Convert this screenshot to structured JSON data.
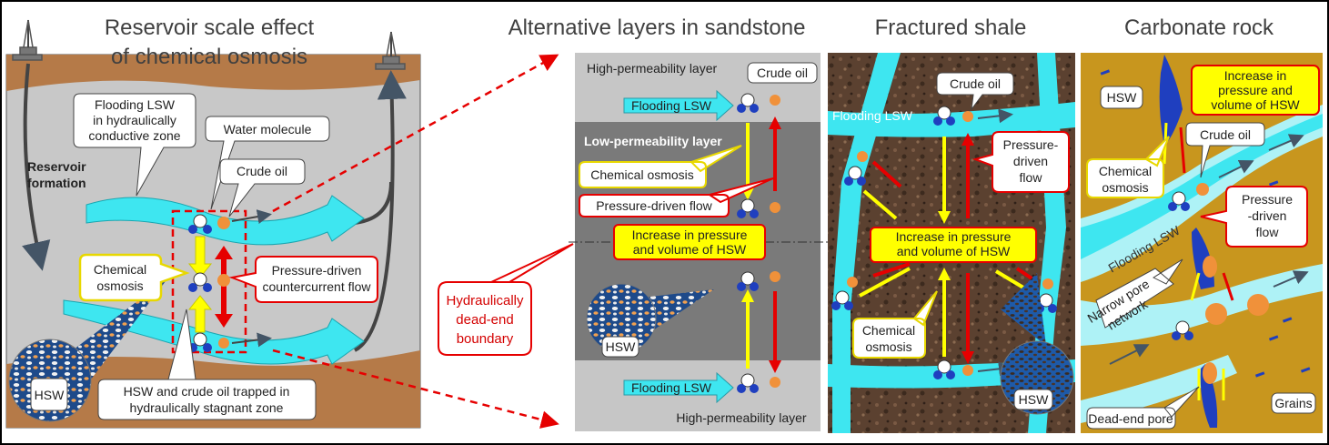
{
  "panel1": {
    "title_line1": "Reservoir scale effect",
    "title_line2": "of chemical osmosis",
    "flooding_line1": "Flooding LSW",
    "flooding_line2": "in hydraulically",
    "flooding_line3": "conductive zone",
    "water_molecule": "Water molecule",
    "reservoir_line1": "Reservoir",
    "reservoir_line2": "formation",
    "crude_oil": "Crude oil",
    "chem_line1": "Chemical",
    "chem_line2": "osmosis",
    "pressure_line1": "Pressure-driven",
    "pressure_line2": "countercurrent flow",
    "hsw": "HSW",
    "trapped_line1": "HSW and crude oil trapped in",
    "trapped_line2": "hydraulically stagnant zone"
  },
  "boundary": {
    "line1": "Hydraulically",
    "line2": "dead-end",
    "line3": "boundary"
  },
  "panel2": {
    "title": "Alternative layers in sandstone",
    "high_perm_top": "High-permeability layer",
    "crude_oil": "Crude oil",
    "flooding_top": "Flooding LSW",
    "low_perm": "Low-permeability layer",
    "chem": "Chemical osmosis",
    "pressure": "Pressure-driven flow",
    "increase_line1": "Increase in pressure",
    "increase_line2": "and volume of HSW",
    "hsw": "HSW",
    "flooding_bottom": "Flooding LSW",
    "high_perm_bottom": "High-permeability layer"
  },
  "panel3": {
    "title": "Fractured shale",
    "crude_oil": "Crude oil",
    "flooding": "Flooding LSW",
    "pressure_line1": "Pressure-",
    "pressure_line2": "driven",
    "pressure_line3": "flow",
    "increase_line1": "Increase in pressure",
    "increase_line2": "and volume of HSW",
    "chem_line1": "Chemical",
    "chem_line2": "osmosis",
    "hsw": "HSW"
  },
  "panel4": {
    "title": "Carbonate rock",
    "hsw": "HSW",
    "increase_line1": "Increase in",
    "increase_line2": "pressure and",
    "increase_line3": "volume of HSW",
    "crude_oil": "Crude oil",
    "chem_line1": "Chemical",
    "chem_line2": "osmosis",
    "pressure_line1": "Pressure",
    "pressure_line2": "-driven",
    "pressure_line3": "flow",
    "flooding": "Flooding LSW",
    "narrow_line1": "Narrow pore",
    "narrow_line2": "network",
    "grains": "Grains",
    "dead_end": "Dead-end pore"
  },
  "colors": {
    "cyan": "#3ee6f0",
    "yellow": "#ffff00",
    "red": "#e60000",
    "orange": "#f0913a",
    "blue": "#1f3fbf",
    "rock_brown": "#b57a48",
    "reservoir_gray": "#c8c8c8",
    "carbonate": "#c8961e",
    "shale": "#5a4030"
  }
}
